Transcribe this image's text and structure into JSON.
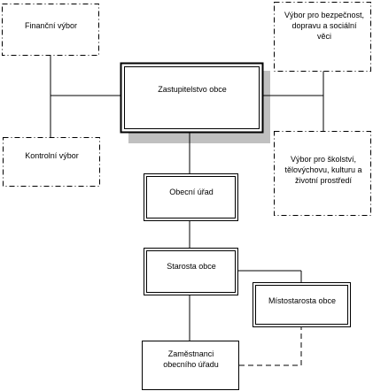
{
  "nodes": {
    "financni_vybor": "Finanční výbor",
    "kontrolni_vybor": "Kontrolní výbor",
    "zastupitelstvo": "Zastupitelstvo obce",
    "vybor_bezpecnost": "Výbor pro bezpečnost,\ndopravu a sociální\nvěci",
    "vybor_skolstvi": "Výbor pro školství,\ntělovýchovu, kulturu a\nživotní prostředí",
    "obecni_urad": "Obecní úřad",
    "starosta": "Starosta obce",
    "mistostarosta": "Místostarosta obce",
    "zamestnanci": "Zaměstnanci\nobecního úřadu"
  },
  "colors": {
    "line": "#000000",
    "shadow": "#c0c0c0",
    "background": "#ffffff"
  }
}
